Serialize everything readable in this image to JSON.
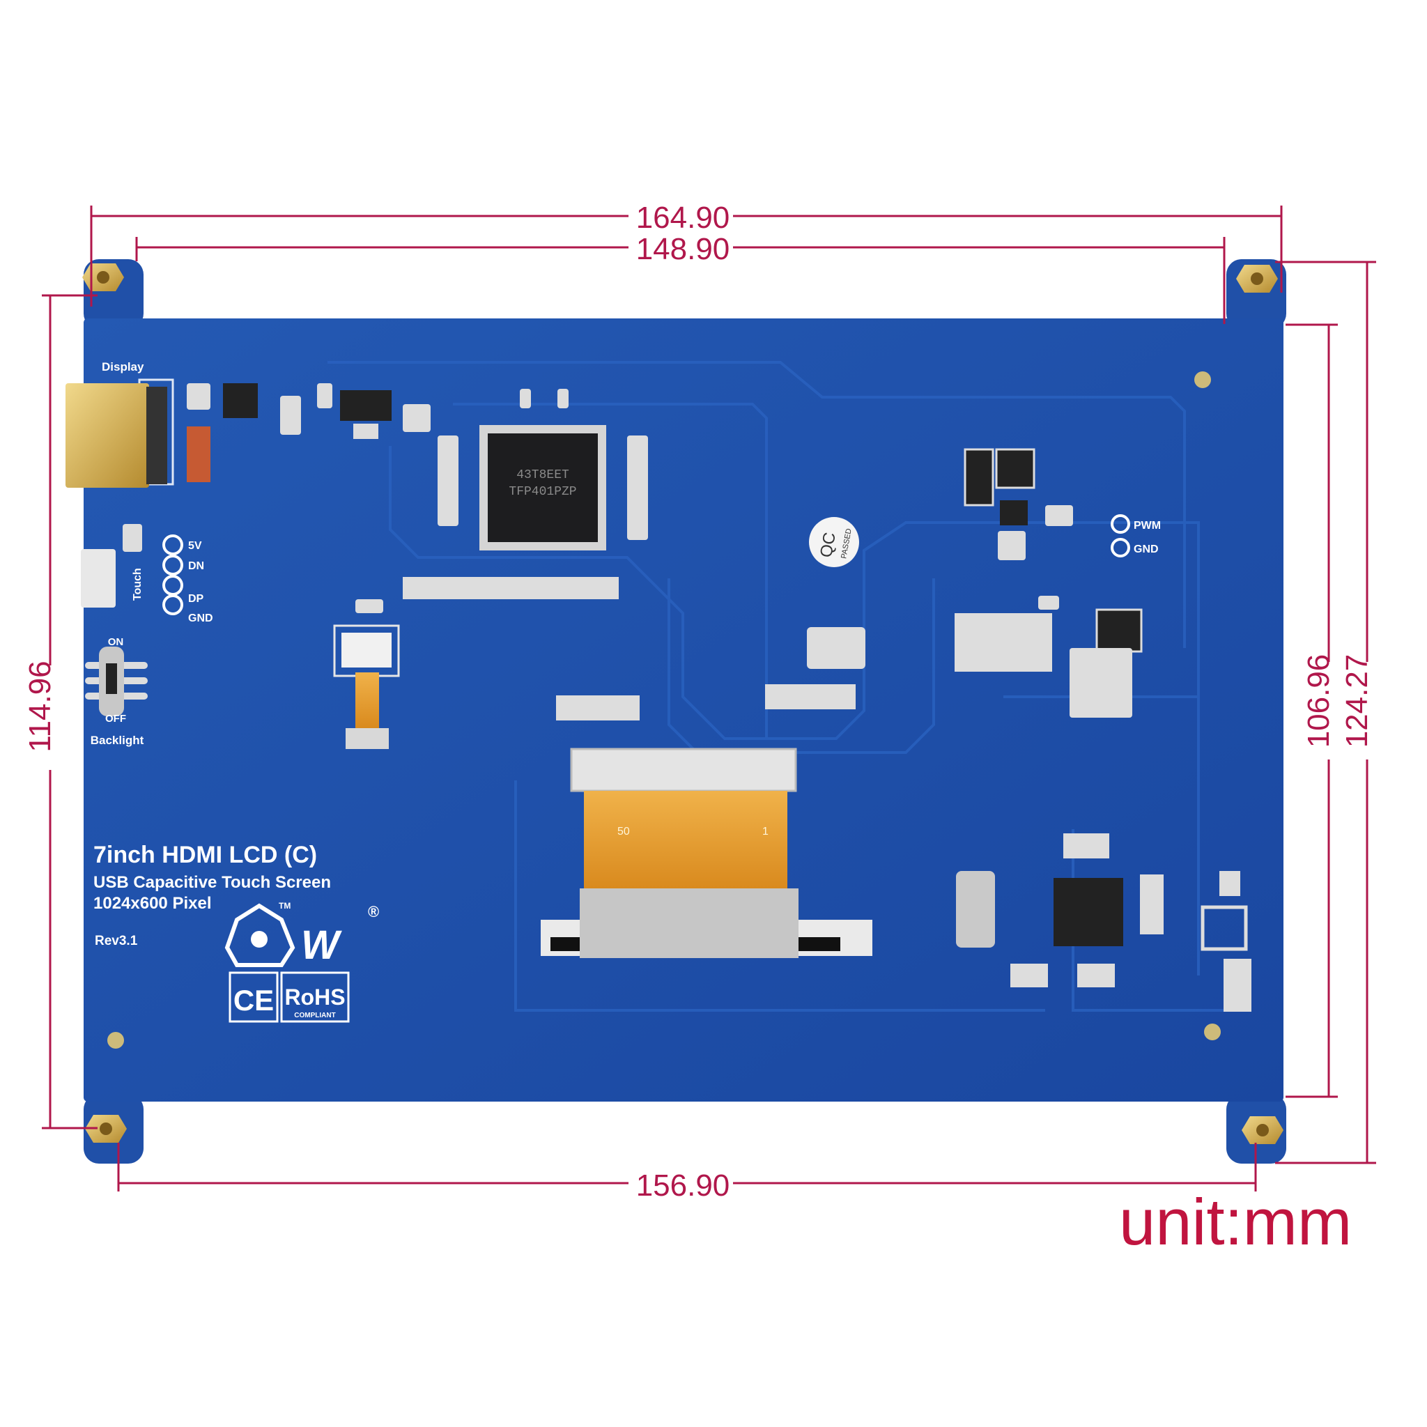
{
  "dimensions": {
    "outer_width": "164.90",
    "hole_width_top": "148.90",
    "hole_width_bottom": "156.90",
    "board_height_left": "114.96",
    "pcb_height_right": "106.96",
    "outer_height_right": "124.27",
    "unit_label": "unit:mm"
  },
  "silkscreen": {
    "display_label": "Display",
    "touch_label": "Touch",
    "pins": [
      "5V",
      "DN",
      "DP",
      "GND"
    ],
    "switch_on": "ON",
    "switch_off": "OFF",
    "backlight_label": "Backlight",
    "title": "7inch HDMI LCD (C)",
    "subtitle": "USB Capacitive Touch Screen",
    "resolution": "1024x600 Pixel",
    "revision": "Rev3.1",
    "pwm_label": "PWM",
    "gnd_label": "GND",
    "fpc_pin_high": "50",
    "fpc_pin_low": "1",
    "trademark": "TM",
    "registered": "®",
    "ce_mark": "CE",
    "rohs": "RoHS",
    "rohs_sub": "COMPLIANT"
  },
  "chip": {
    "line1": "43T8EET",
    "line2": "TFP401PZP"
  },
  "qc_sticker": {
    "line1": "QC",
    "line2": "PASSED"
  },
  "colors": {
    "dimension": "#b0174b",
    "pcb": "#1d4fa6",
    "gold": "#d6b25a"
  }
}
